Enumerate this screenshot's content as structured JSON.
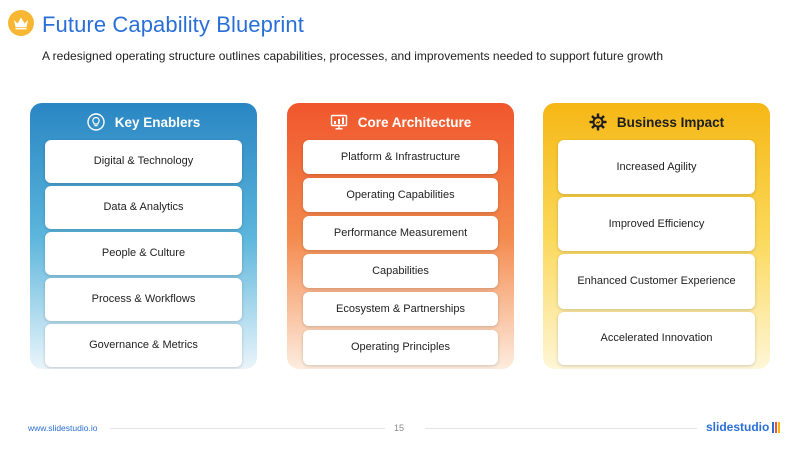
{
  "header": {
    "title": "Future Capability Blueprint",
    "subtitle": "A redesigned operating structure outlines capabilities, processes, and improvements needed to support future growth",
    "badge_icon": "crown-icon"
  },
  "columns": [
    {
      "title": "Key Enablers",
      "icon": "lightbulb-icon",
      "color": "#2a86c3",
      "items": [
        "Digital & Technology",
        "Data & Analytics",
        "People & Culture",
        "Process & Workflows",
        "Governance & Metrics"
      ]
    },
    {
      "title": "Core Architecture",
      "icon": "monitor-icon",
      "color": "#f0562c",
      "items": [
        "Platform & Infrastructure",
        "Operating Capabilities",
        "Performance Measurement",
        "Capabilities",
        "Ecosystem & Partnerships",
        "Operating Principles"
      ]
    },
    {
      "title": "Business Impact",
      "icon": "gear-icon",
      "color": "#f5b715",
      "items": [
        "Increased Agility",
        "Improved Efficiency",
        "Enhanced Customer Experience",
        "Accelerated Innovation"
      ]
    }
  ],
  "footer": {
    "url": "www.slidestudio.io",
    "page_number": "15",
    "brand": "slidestudio"
  }
}
